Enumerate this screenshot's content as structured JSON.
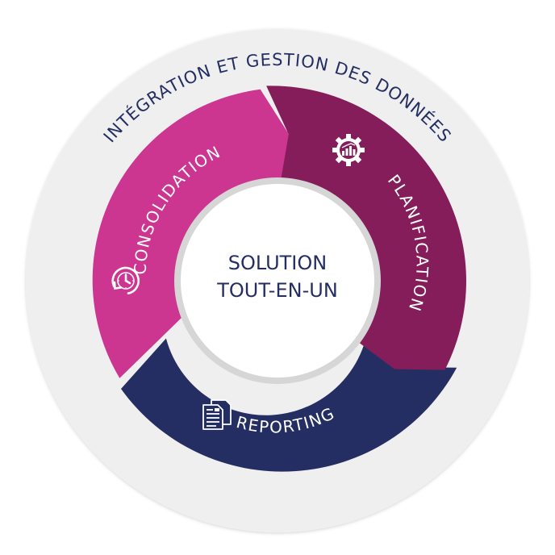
{
  "outer_ring": {
    "label": "INTÉGRATION ET GESTION DES DONNÉES"
  },
  "center": {
    "line1": "SOLUTION",
    "line2": "TOUT-EN-UN"
  },
  "segments": {
    "consolidation": {
      "label": "CONSOLIDATION",
      "icon": "clock-refresh-icon"
    },
    "planification": {
      "label": "PLANIFICATION",
      "icon": "gear-chart-icon"
    },
    "reporting": {
      "label": "REPORTING",
      "icon": "documents-icon"
    }
  },
  "colors": {
    "outer_ring": "#efefef",
    "consolidation": "#cc3590",
    "planification": "#851d5b",
    "reporting": "#252e62",
    "text_dark": "#252e62",
    "text_light": "#ffffff"
  }
}
